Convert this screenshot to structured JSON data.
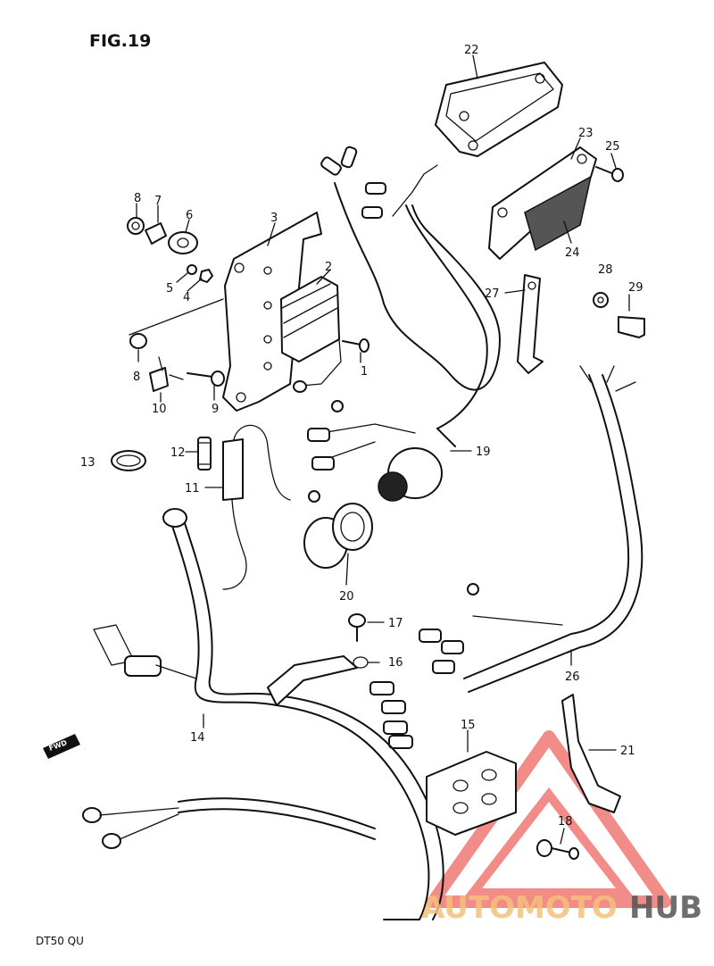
{
  "figure": {
    "title": "FIG.19",
    "model": "DT50 QU",
    "fwd_label": "FWD"
  },
  "callouts": {
    "p1": "1",
    "p2": "2",
    "p3": "3",
    "p4": "4",
    "p5": "5",
    "p6": "6",
    "p7": "7",
    "p8a": "8",
    "p8b": "8",
    "p9": "9",
    "p10": "10",
    "p11": "11",
    "p12": "12",
    "p13": "13",
    "p14": "14",
    "p15": "15",
    "p16": "16",
    "p17": "17",
    "p18": "18",
    "p19": "19",
    "p20": "20",
    "p21": "21",
    "p22": "22",
    "p23": "23",
    "p24": "24",
    "p25": "25",
    "p26": "26",
    "p27": "27",
    "p28": "28",
    "p29": "29"
  },
  "watermark": {
    "part1": "AUTOMOTO",
    "part2": "HUB",
    "color_part1": "#f5c07a",
    "color_part2": "#555555",
    "logo_color": "#e9302a"
  }
}
